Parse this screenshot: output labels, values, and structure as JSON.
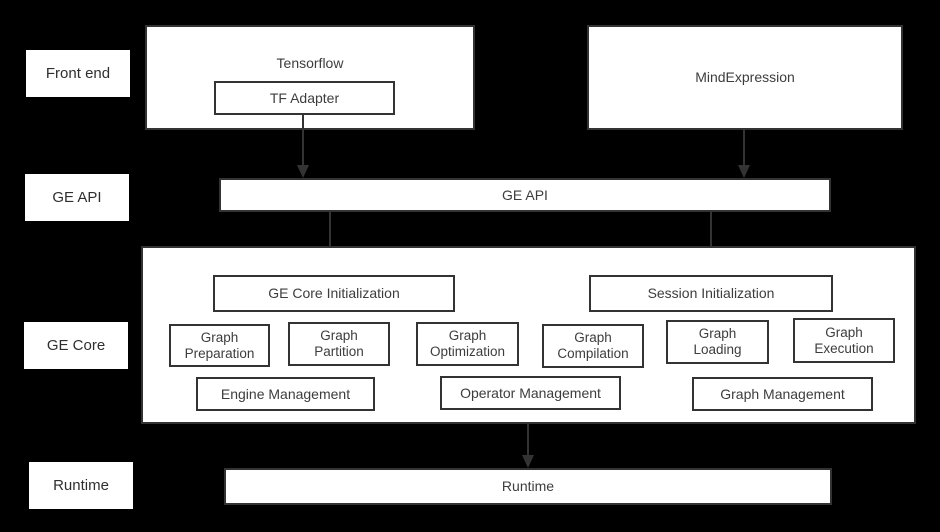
{
  "colors": {
    "background": "#000000",
    "box_fill": "#ffffff",
    "box_border": "#333333",
    "text": "#3d3d3d",
    "arrow": "#333333"
  },
  "layer_labels": {
    "front_end": "Front end",
    "ge_api": "GE API",
    "ge_core": "GE Core",
    "runtime": "Runtime"
  },
  "front_end": {
    "tensorflow": {
      "title": "Tensorflow",
      "adapter": "TF Adapter"
    },
    "mindexpression": {
      "title": "MindExpression"
    }
  },
  "ge_api_bar": {
    "label": "GE API"
  },
  "ge_core": {
    "ge_core_initialization": "GE Core Initialization",
    "session_initialization": "Session Initialization",
    "modules": [
      "Graph Preparation",
      "Graph Partition",
      "Graph Optimization",
      "Graph Compilation",
      "Graph Loading",
      "Graph Execution"
    ],
    "management": [
      "Engine Management",
      "Operator Management",
      "Graph Management"
    ]
  },
  "runtime_bar": {
    "label": "Runtime"
  }
}
